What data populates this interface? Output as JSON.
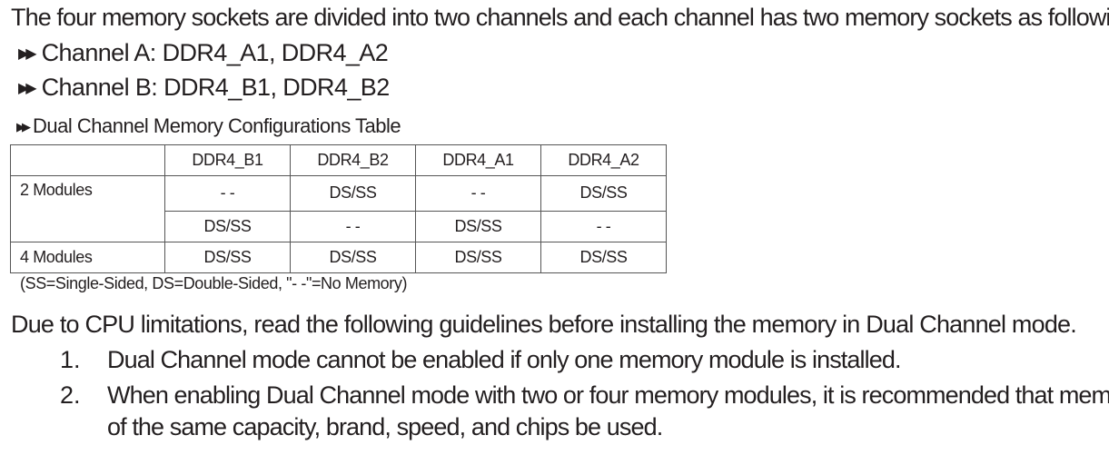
{
  "intro": "The four memory sockets are divided into two channels and each channel has two memory sockets as following:",
  "channels": [
    {
      "bullet": "▶▶",
      "text": "Channel A: DDR4_A1, DDR4_A2"
    },
    {
      "bullet": "▶▶",
      "text": "Channel B: DDR4_B1, DDR4_B2"
    }
  ],
  "table_title": {
    "bullet": "▶▶",
    "text": "Dual Channel Memory Configurations Table"
  },
  "table": {
    "headers": [
      "",
      "DDR4_B1",
      "DDR4_B2",
      "DDR4_A1",
      "DDR4_A2"
    ],
    "rows": [
      {
        "label": "2 Modules",
        "cells": [
          "- -",
          "DS/SS",
          "- -",
          "DS/SS"
        ]
      },
      {
        "label": "",
        "cells": [
          "DS/SS",
          "- -",
          "DS/SS",
          "- -"
        ]
      },
      {
        "label": "4 Modules",
        "cells": [
          "DS/SS",
          "DS/SS",
          "DS/SS",
          "DS/SS"
        ]
      }
    ]
  },
  "note": "(SS=Single-Sided, DS=Double-Sided, \"- -\"=No Memory)",
  "guidelines_intro": "Due to CPU limitations, read the following guidelines before installing the memory in Dual Channel mode.",
  "guidelines": [
    {
      "num": "1.",
      "lines": [
        "Dual Channel mode cannot be enabled if only one memory module is installed."
      ]
    },
    {
      "num": "2.",
      "lines": [
        "When enabling Dual Channel mode with two or four memory modules, it is recommended that memory",
        "of the same capacity, brand, speed, and chips be used."
      ]
    }
  ]
}
